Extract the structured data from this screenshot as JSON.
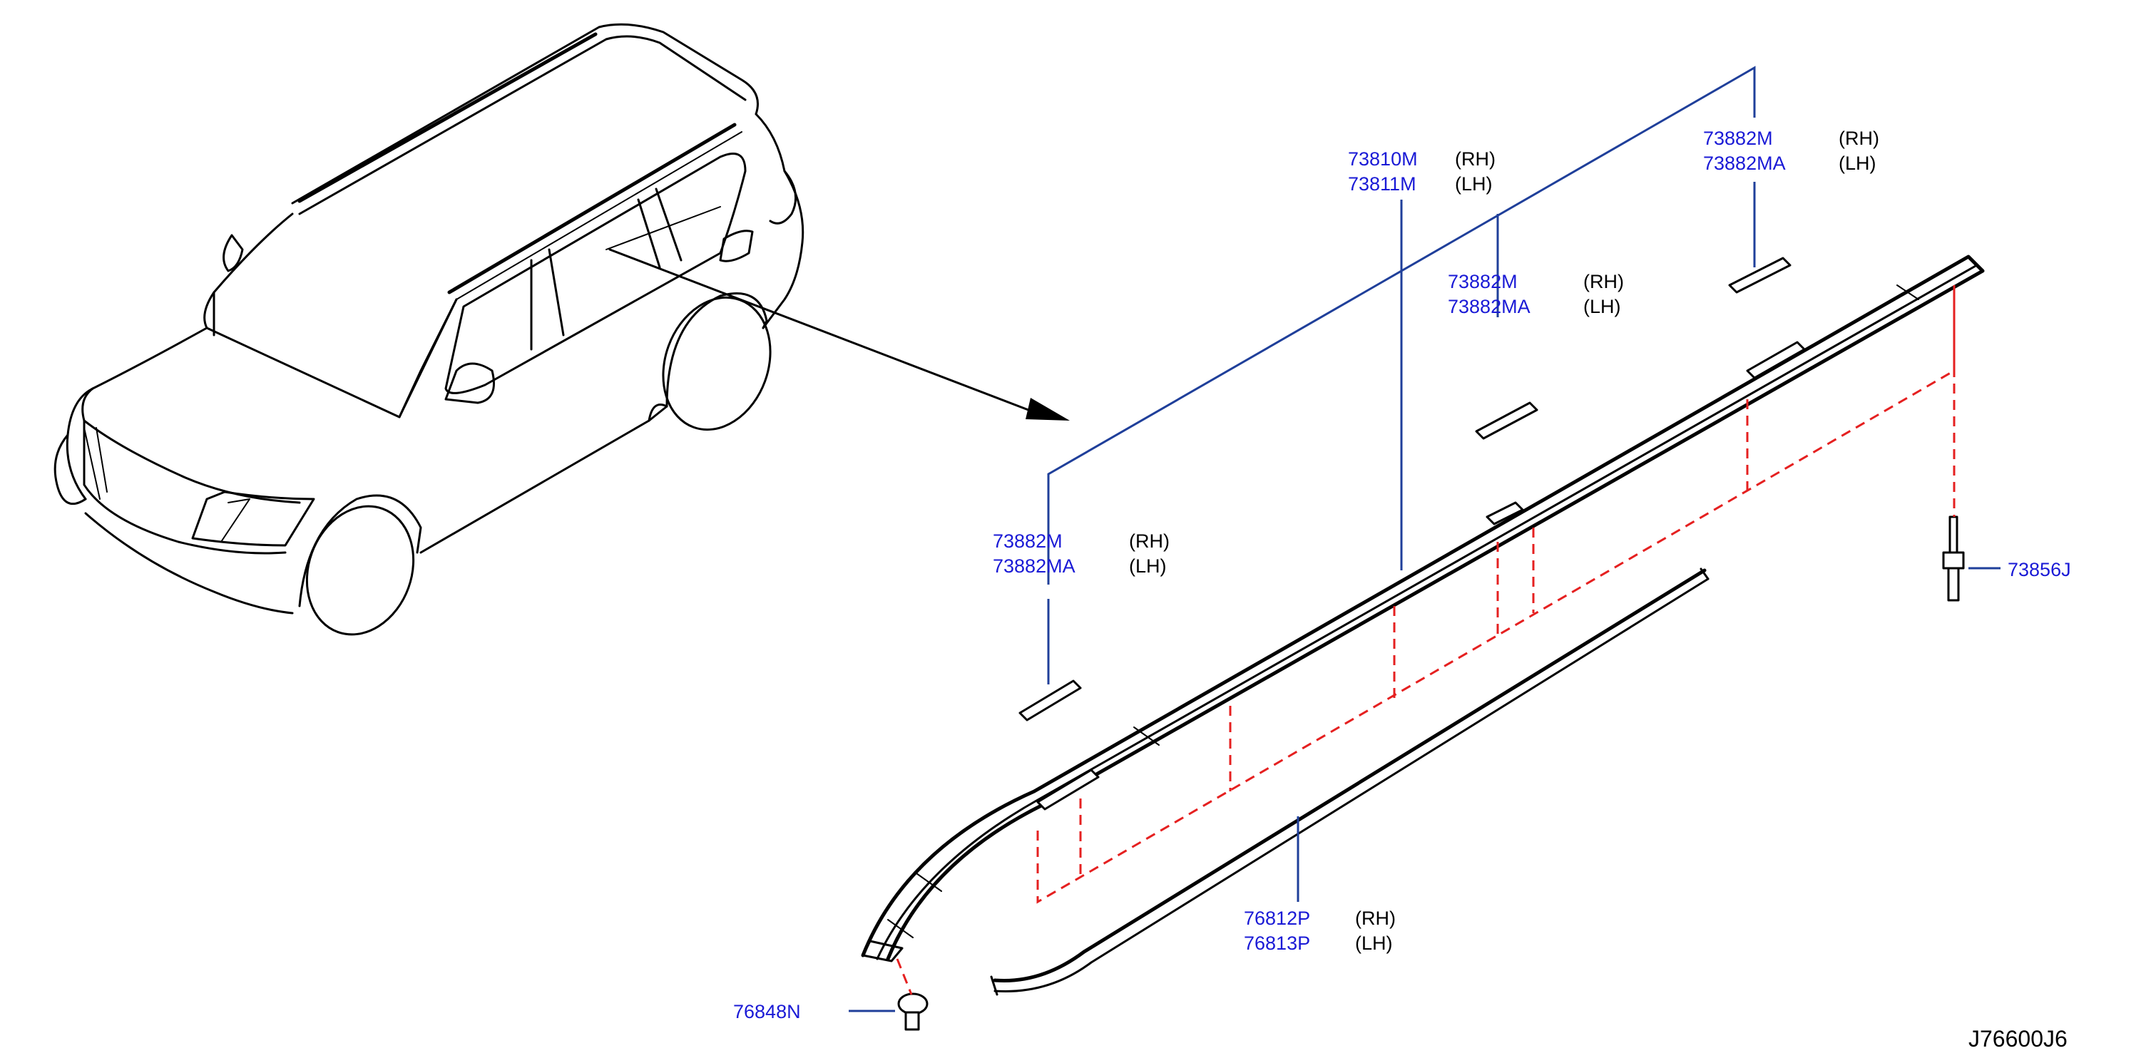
{
  "callouts": {
    "c1": {
      "rh_part": "73810M",
      "rh_side": "(RH)",
      "lh_part": "73811M",
      "lh_side": "(LH)"
    },
    "c2": {
      "rh_part": "73882M",
      "rh_side": "(RH)",
      "lh_part": "73882MA",
      "lh_side": "(LH)"
    },
    "c3": {
      "rh_part": "73882M",
      "rh_side": "(RH)",
      "lh_part": "73882MA",
      "lh_side": "(LH)"
    },
    "c4": {
      "rh_part": "73882M",
      "rh_side": "(RH)",
      "lh_part": "73882MA",
      "lh_side": "(LH)"
    },
    "c5": {
      "part": "73856J"
    },
    "c6": {
      "rh_part": "76812P",
      "rh_side": "(RH)",
      "lh_part": "76813P",
      "lh_side": "(LH)"
    },
    "c7": {
      "part": "76848N"
    }
  },
  "diagram_code": "J76600J6",
  "colors": {
    "part_number": "#1a1ad6",
    "leader": "#1f3f9a",
    "hidden_line": "#e52020",
    "outline": "#000000"
  }
}
